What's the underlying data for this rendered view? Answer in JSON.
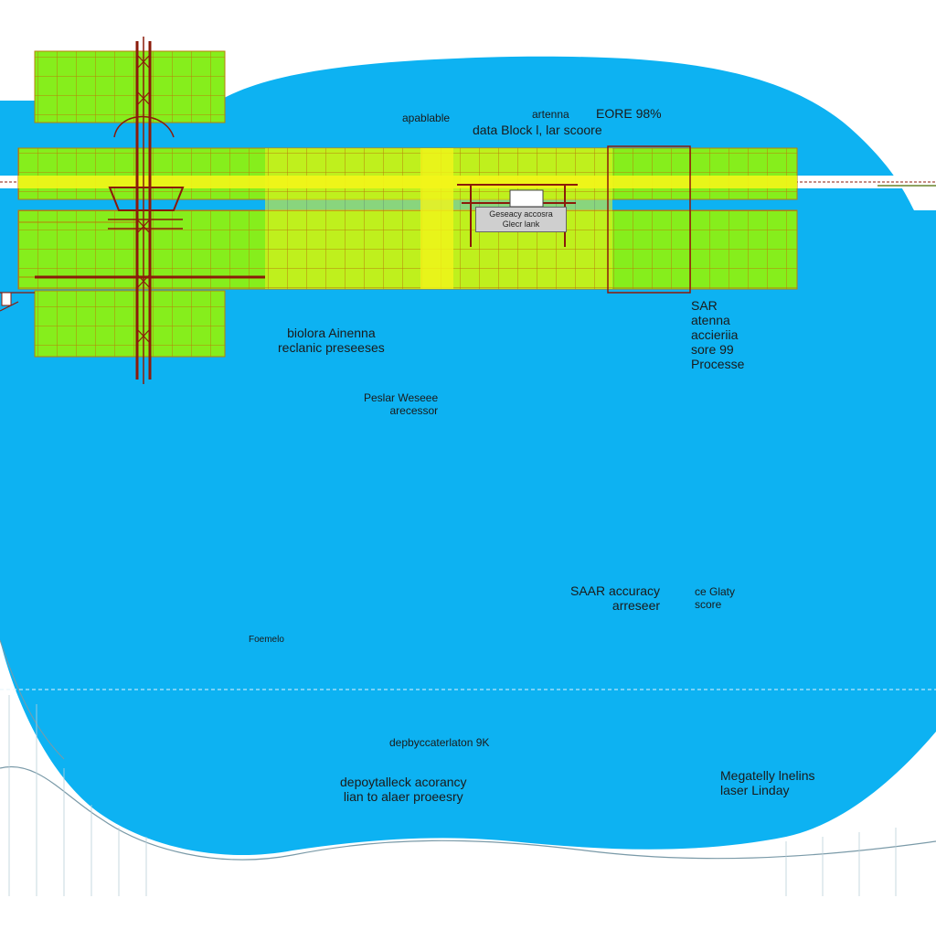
{
  "colors": {
    "sky": "#0db2f2",
    "panel_green": "#86ee1c",
    "panel_yellow": "#f0f21e",
    "truss": "#8b1a0a",
    "grid_line": "#b8800a",
    "wire": "#2b3a55"
  },
  "labels": {
    "top_1": "apablable",
    "top_2": "artenna",
    "top_3": "EORE 98%",
    "top_4": "data Block l, lar scoore",
    "center_box": "Geseacy accosra\nGlecr lank",
    "mid_antenna": "biolora Ainenna\nreclanic preseeses",
    "right_sar": "SAR\natenna\naccieriia\nsore 99\nProcesse",
    "proc_label": "Peslar Weseee\narecessor",
    "sar_accuracy": "SAAR accuracy\narreseer",
    "quality": "ce Glaty\nscore",
    "feed_label": "Foemelo",
    "deploy_1": "depbyccaterlaton 9K",
    "deploy_2": "depoytalleck acorancy\nlian to alaer proeesry",
    "megat": "Megatelly lnelins\nlaser Linday"
  },
  "icons": [
    "solar-panel-icon",
    "truss-tower-icon",
    "processor-module-icon",
    "arrow-icon"
  ]
}
